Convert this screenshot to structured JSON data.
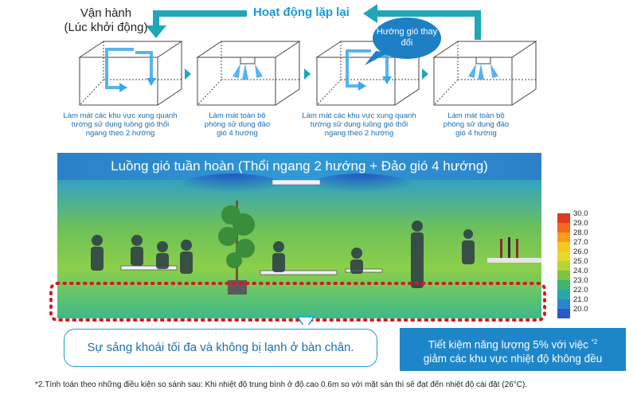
{
  "flow": {
    "start_label": "Vận hành\n(Lúc khởi động)",
    "repeat_label": "Hoạt động lặp lại",
    "bubble_label": "Hướng gió thay đổi"
  },
  "steps": [
    {
      "caption": "Làm mát các khu vực xung quanh tường sử dụng luồng gió thổi ngang theo 2 hướng"
    },
    {
      "caption": "Làm mát toàn bộ phòng sử dụng đảo gió 4 hướng"
    },
    {
      "caption": "Làm mát các khu vực xung quanh tường sử dụng luồng gió thổi ngang theo 2 hướng"
    },
    {
      "caption": "Làm mát toàn bộ phòng sử dụng đảo gió 4 hướng"
    }
  ],
  "room": {
    "title": "Luồng gió tuần hoàn (Thổi ngang 2 hướng + Đảo gió 4 hướng)"
  },
  "scale": {
    "labels": [
      "30.0",
      "29.0",
      "28.0",
      "27.0",
      "26.0",
      "25.0",
      "24.0",
      "23.0",
      "22.0",
      "21.0",
      "20.0"
    ],
    "colors": [
      "#e03a1e",
      "#ef6a1e",
      "#f69a20",
      "#f6c623",
      "#e6d92c",
      "#b7d334",
      "#7cc443",
      "#3fb46a",
      "#2aa6a8",
      "#2a85cf",
      "#2a58c6"
    ]
  },
  "callout": {
    "text": "Sự sảng khoái tối đa và không bị lạnh ở bàn chân."
  },
  "savings": {
    "line1": "Tiết kiệm năng lượng 5% với việc",
    "note_mark": "*2",
    "line2": "giảm các khu vực nhiệt độ không đều"
  },
  "footnote": {
    "text": "*2.Tính toán theo những điều kiện so sánh sau: Khi nhiệt độ trung bình ở độ cao 0.6m so với mặt sàn thì sẽ đạt đến nhiệt độ cài đặt (26°C)."
  },
  "colors": {
    "accent_blue": "#1a9bd7",
    "teal_arrow": "#1fa6b9",
    "airflow": "#3aa9e8",
    "callout_red": "#d7191c"
  }
}
